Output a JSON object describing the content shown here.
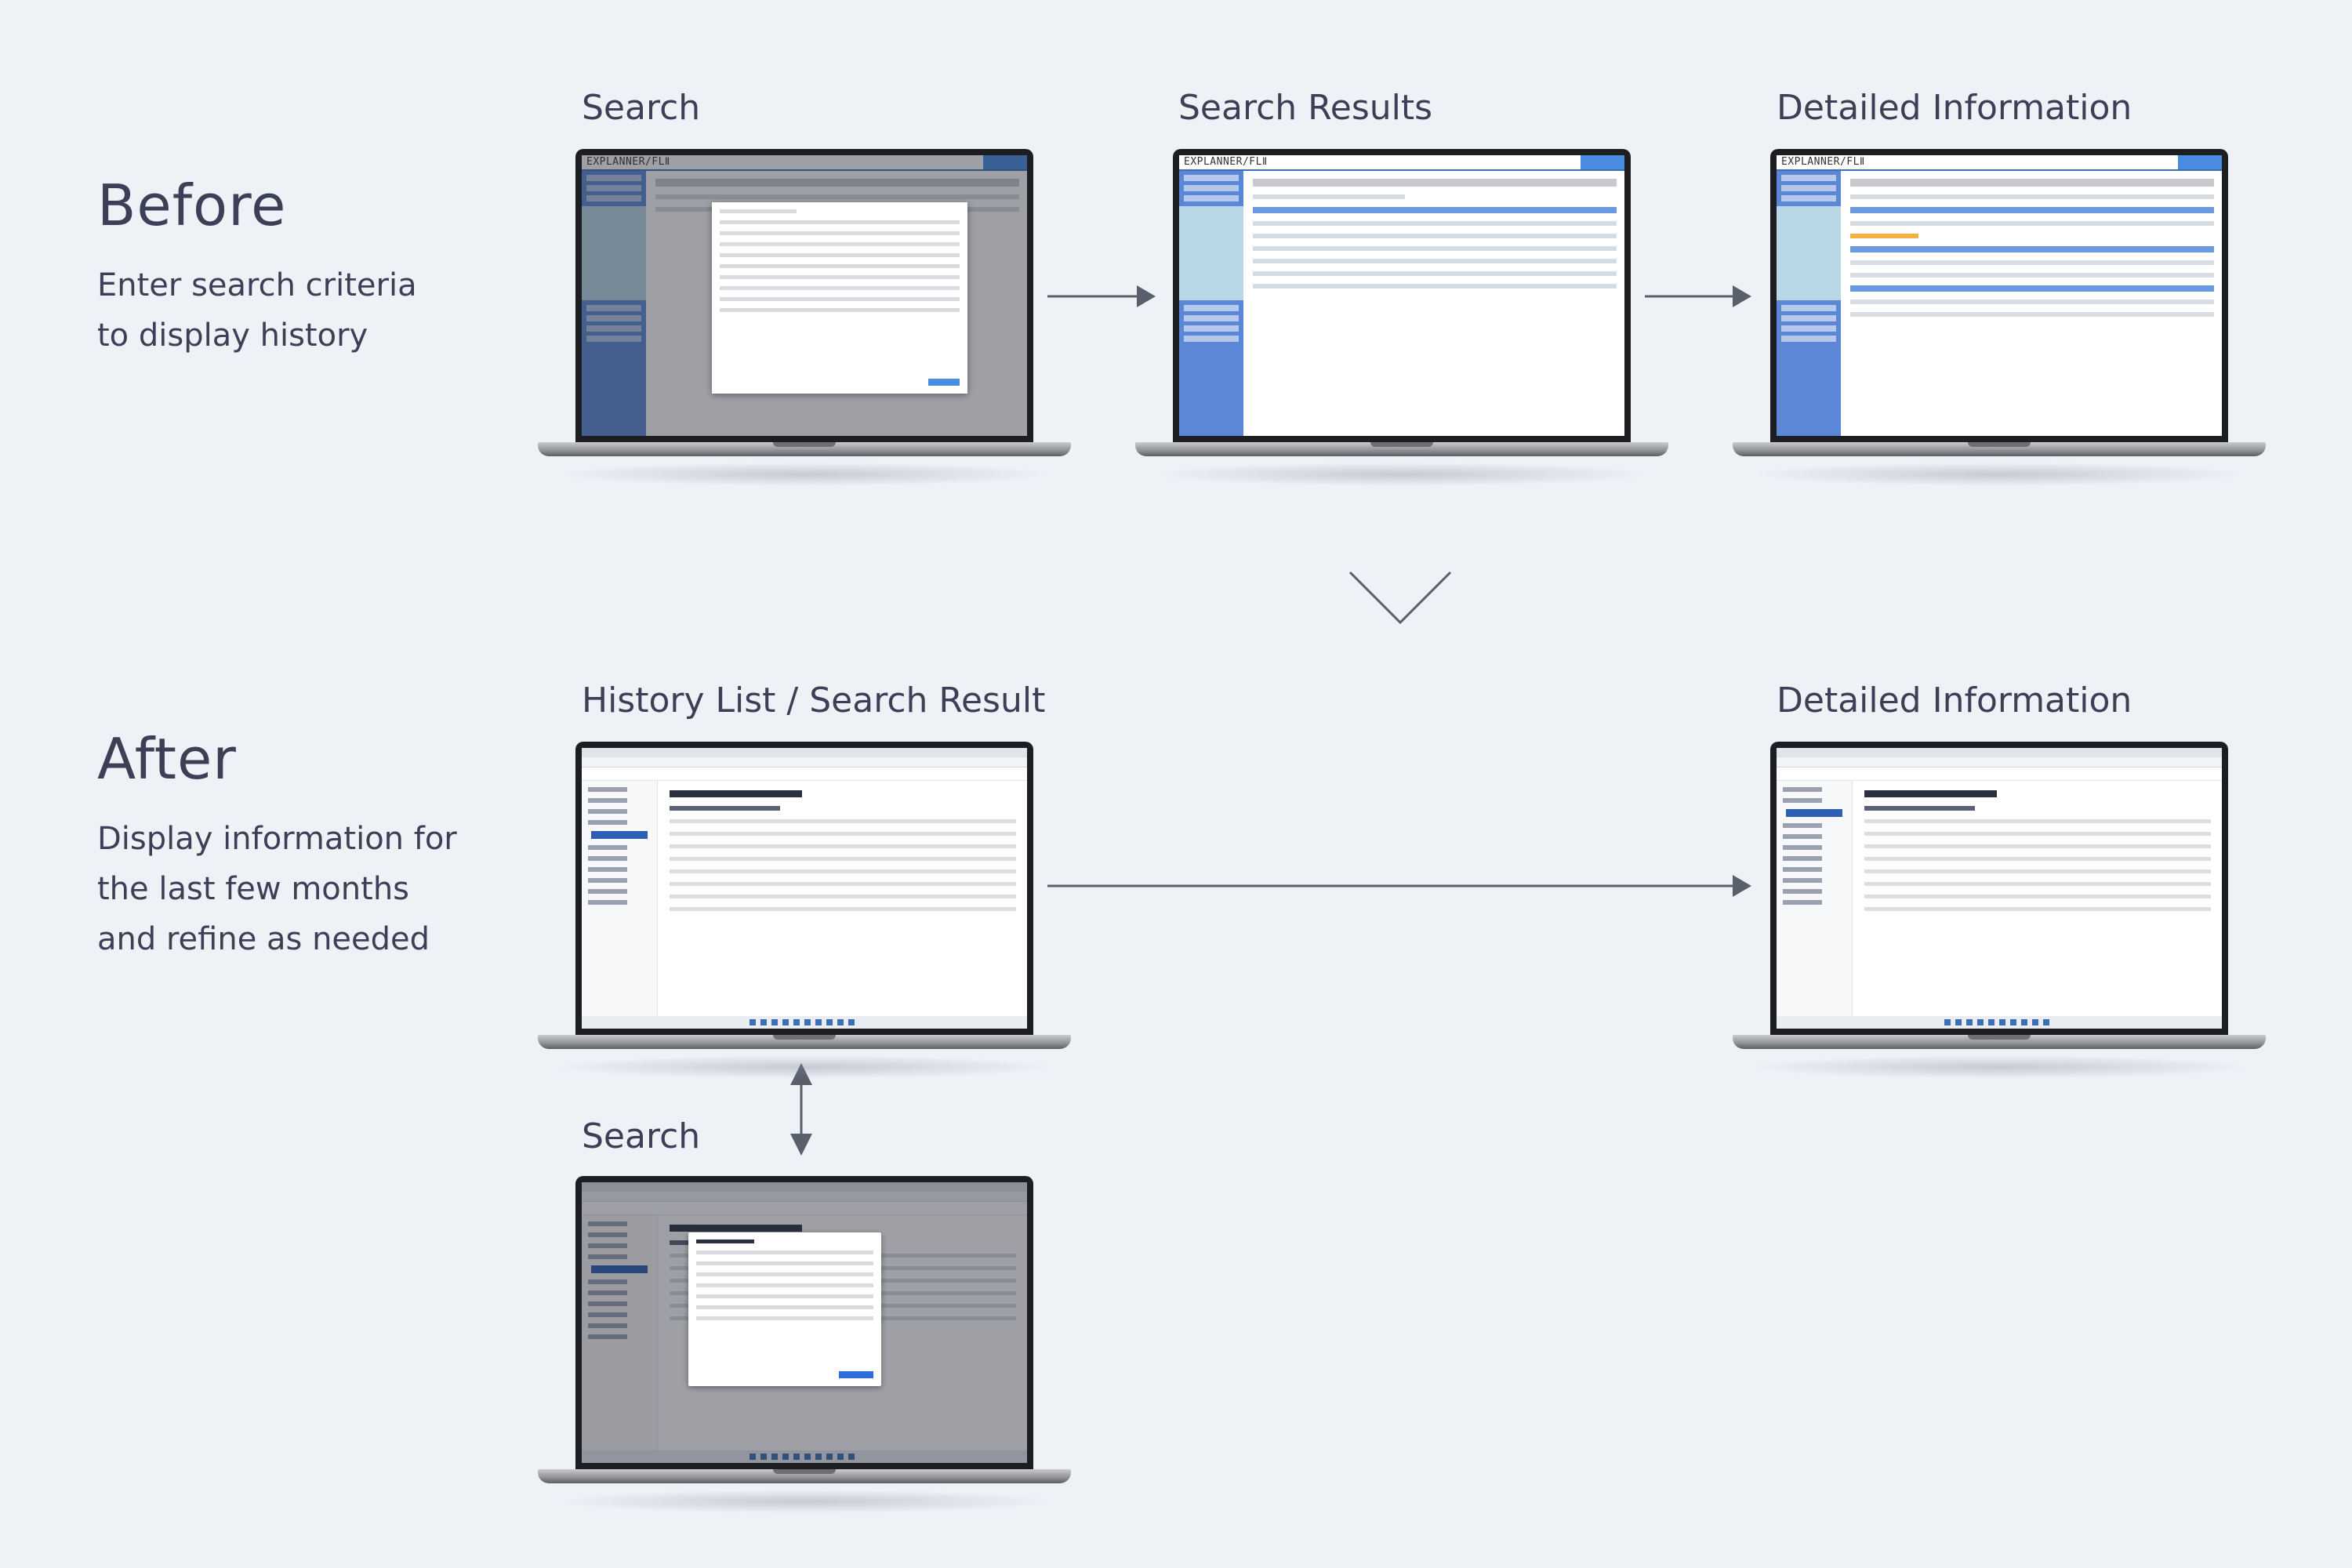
{
  "before": {
    "heading": "Before",
    "description_line1": "Enter search criteria",
    "description_line2": "to display history",
    "steps": [
      "Search",
      "Search Results",
      "Detailed Information"
    ],
    "screen_brand": "EXPLANNER/FLⅡ"
  },
  "after": {
    "heading": "After",
    "description_line1": "Display information for",
    "description_line2": "the last few months",
    "description_line3": "and refine as needed",
    "steps": [
      "History List / Search Result",
      "Detailed Information",
      "Search"
    ]
  },
  "colors": {
    "background": "#eef1f6",
    "text": "#3b4056",
    "accent": "#4a8de0",
    "arrow": "#5a5f6c"
  },
  "icons": [
    "arrow-right-icon",
    "chevron-down-icon",
    "double-arrow-vertical-icon",
    "laptop-icon"
  ]
}
